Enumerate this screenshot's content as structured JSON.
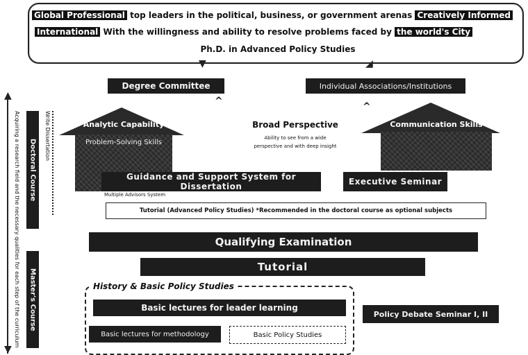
{
  "banner": {
    "left_tag_1": "Global Professional",
    "left_tag_2": "International",
    "right_tag_1": "Creatively Informed",
    "right_tag_2": "the world's City",
    "line_1": "top leaders in the political, business, or government arenas",
    "line_2": "With the willingness and ability to resolve problems faced by",
    "degree": "Ph.D. in Advanced Policy Studies"
  },
  "boxes": {
    "left_top": "Degree Committee",
    "right_top": "Individual Associations/Institutions",
    "broad_title": "Broad Perspective",
    "broad_sub_1": "Ability to see from a wide",
    "broad_sub_2": "perspective and with deep insight",
    "left_house_1": "Analytic Capability",
    "left_house_2": "Problem-Solving Skills",
    "right_house_1": "Communication Skills",
    "guidance": "Guidance and Support System for Dissertation",
    "guidance_small": "Multiple Advisors System",
    "executive": "Executive Seminar",
    "tutorial_note": "Tutorial (Advanced Policy Studies) *Recommended in the doctoral course as optional subjects",
    "qualifying": "Qualifying Examination",
    "tutorial": "Tutorial",
    "history": "History & Basic Policy Studies",
    "basic_lectures": "Basic lectures for leader learning",
    "methodology": "Basic lectures for methodology",
    "elective": "Basic Policy Studies",
    "policy_debate": "Policy Debate Seminar I, II"
  },
  "side": {
    "doctoral_course": "Doctoral Course",
    "writing": "Write Dissertation",
    "master_course": "Master's Course",
    "long_text": "Acquiring a research field and the necessary qualities for each step of the curriculum"
  }
}
